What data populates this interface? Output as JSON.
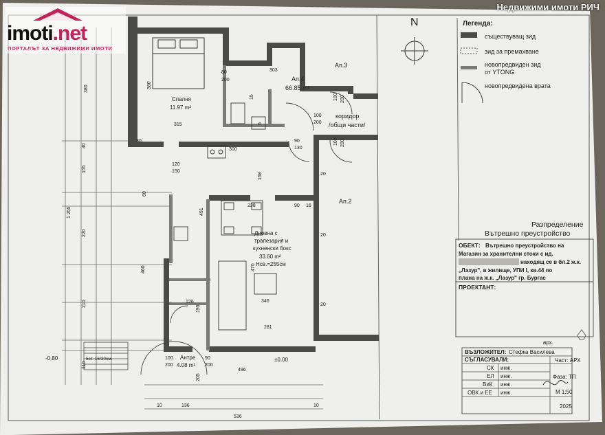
{
  "watermark": {
    "logo_name": "imoti",
    "logo_tld": ".net",
    "logo_tagline": "ПОРТАЛЪТ ЗА НЕДВИЖИМИ ИМОТИ",
    "brand_text": "Недвижими имоти РИЧ"
  },
  "compass": {
    "north": "N"
  },
  "legend": {
    "title": "Легенда:",
    "items": [
      "съществуващ зид",
      "зид за премахване",
      "новопредвиден зид",
      "от YTONG",
      "новопредвидена врата"
    ]
  },
  "sheet": {
    "title_line1": "Разпределение",
    "title_line2": "Вътрешно преустройство",
    "object_label": "ОБЕКТ:",
    "object_lines": [
      "Вътрешно преустройство на",
      "Магазин за хранителни стоки с ид.",
      "находящ се в бл.2 ж.к.",
      "„Лазур\", в жилище, УПИ I, кв.44 по",
      "плана на ж.к. „Лазур\" гр. Бургас"
    ],
    "project_label": "ПРОЕКТАНТ:",
    "architect": "арх.",
    "client_label": "ВЪЗЛОЖИТЕЛ:",
    "client_name": "Стефка Василева",
    "approve_label": "СЪГЛАСУВАЛИ:",
    "approvals": [
      {
        "dept": "СК",
        "role": "инж."
      },
      {
        "dept": "ЕЛ",
        "role": "инж."
      },
      {
        "dept": "ВиК",
        "role": "инж."
      },
      {
        "dept": "ОВК и ЕЕ",
        "role": "инж."
      }
    ],
    "part": "Част: АРХ",
    "phase": "Фаза: ТП",
    "scale": "М 1:50",
    "year": "2025"
  },
  "rooms": {
    "bedroom_name": "Спалня",
    "bedroom_area": "11.97 m²",
    "apt4_name": "Ап.4",
    "apt4_area": "66.85 m²",
    "apt3": "Ап.3",
    "corridor_1": "коридор",
    "corridor_2": "/общи части/",
    "apt2": "Ап.2",
    "living_1": "Дневна с",
    "living_2": "трапезария и",
    "living_3": "кухненски бокс",
    "living_area": "33.60 m²",
    "living_height": "Нсв.=255см",
    "entry_name": "Антре",
    "entry_area": "4.08 m²",
    "stairs": "5ст. 16/30см.",
    "level_left": "-0.80",
    "level_zero": "±0.00"
  },
  "dimensions": {
    "d315": "315",
    "d303": "303",
    "d300": "300",
    "d238": "238",
    "d340": "340",
    "d281": "281",
    "d496": "496",
    "d536": "536",
    "d136": "136",
    "d380": "380",
    "d460": "460",
    "d210": "210",
    "d220": "220",
    "d155": "155",
    "d1255": "1 255",
    "d470": "470",
    "d491": "491",
    "d126": "126",
    "d90": "90",
    "d80": "80",
    "d100": "100",
    "d200": "200",
    "d120": "120",
    "d150": "150",
    "d30": "30",
    "d130": "130",
    "d16": "16",
    "d10": "10",
    "d40": "40",
    "d60": "60",
    "d110": "110",
    "d158": "158",
    "d20": "20",
    "d15": "15",
    "d205": "205",
    "d5": "5",
    "d195": "195"
  }
}
